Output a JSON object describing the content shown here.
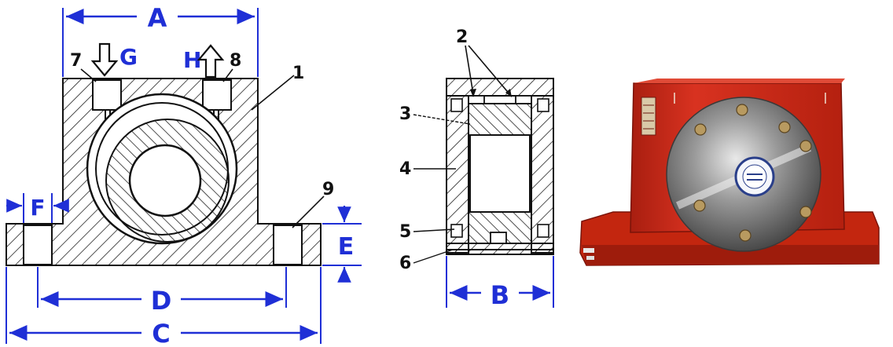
{
  "dimensions": {
    "A": "A",
    "B": "B",
    "C": "C",
    "D": "D",
    "E": "E",
    "F": "F",
    "G": "G",
    "H": "H"
  },
  "parts": {
    "p1": "1",
    "p2": "2",
    "p3": "3",
    "p4": "4",
    "p5": "5",
    "p6": "6",
    "p7": "7",
    "p8": "8",
    "p9": "9"
  },
  "colors": {
    "dimension": "#1f2fd6",
    "line": "#111111",
    "housing": "#cf2a17",
    "housing_dark": "#8e1a0c",
    "plate": "#b9b9b9"
  }
}
